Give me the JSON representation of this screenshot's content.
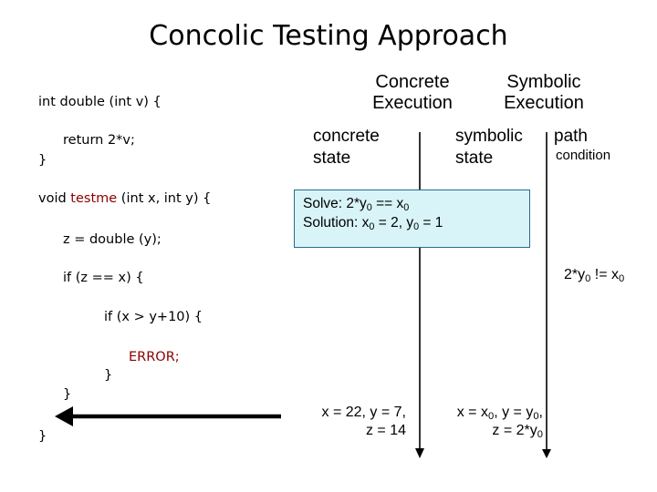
{
  "title": "Concolic Testing Approach",
  "headers": {
    "concrete_line1": "Concrete",
    "concrete_line2": "Execution",
    "symbolic_line1": "Symbolic",
    "symbolic_line2": "Execution"
  },
  "labels": {
    "concrete_state_1": "concrete",
    "concrete_state_2": "state",
    "symbolic_state_1": "symbolic",
    "symbolic_state_2": "state",
    "path": "path",
    "condition": "condition"
  },
  "code": {
    "l1": "int double (int v) {",
    "l2": "return 2*v;",
    "l3": "}",
    "l4_pre": "void ",
    "l4_fn": "testme",
    "l4_post": " (int x, int y) {",
    "l5": "z = double (y);",
    "l6": "if (z == x) {",
    "l7": "if (x > y+10) {",
    "l8": "ERROR;",
    "l9": "}",
    "l10": "}",
    "l11": "}"
  },
  "solve": {
    "line1_a": "Solve: 2*y",
    "line1_sub": "0",
    "line1_b": " == x",
    "line1_sub2": "0",
    "line2_a": "Solution: x",
    "line2_sub": "0",
    "line2_b": " = 2, y",
    "line2_sub2": "0",
    "line2_c": " = 1"
  },
  "path_cond": {
    "a": "2*y",
    "sub": "0",
    "b": " != x",
    "sub2": "0"
  },
  "concrete_vals": {
    "line1": "x = 22, y = 7,",
    "line2": "z = 14"
  },
  "symbolic_vals": {
    "l1_a": "x = x",
    "l1_sub": "0",
    "l1_b": ", y = y",
    "l1_sub2": "0",
    "l1_c": ",",
    "l2_a": "z = 2*y",
    "l2_sub": "0"
  },
  "colors": {
    "error_text": "#8b0000",
    "testme_text": "#8b0000",
    "box_fill": "#d8f4f8"
  }
}
